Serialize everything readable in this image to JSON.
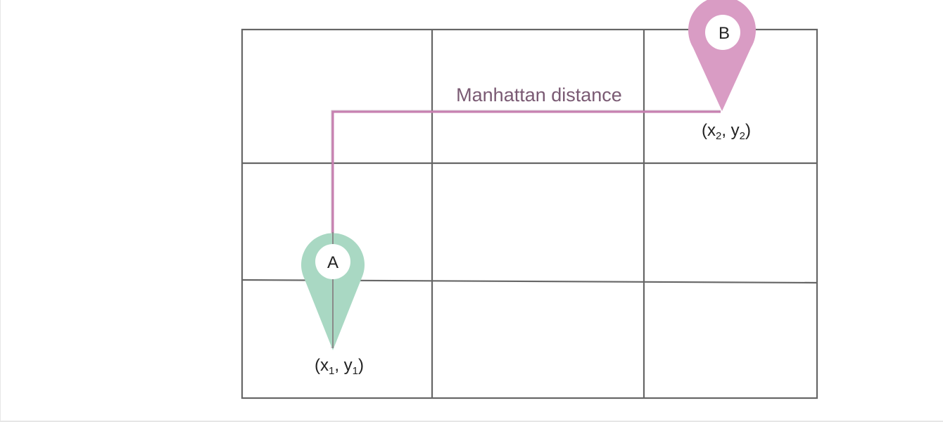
{
  "distance_label": "Manhattan distance",
  "point_a": {
    "letter": "A",
    "coord_open": "(x",
    "coord_sub1": "1",
    "coord_mid": ", y",
    "coord_sub2": "1",
    "coord_close": ")",
    "color": "#a9d8c3"
  },
  "point_b": {
    "letter": "B",
    "coord_open": "(x",
    "coord_sub1": "2",
    "coord_mid": ", y",
    "coord_sub2": "2",
    "coord_close": ")",
    "color": "#d99cc4"
  },
  "colors": {
    "grid": "#666666",
    "path": "#c77fb0",
    "label": "#7a5a73",
    "text": "#222222"
  }
}
